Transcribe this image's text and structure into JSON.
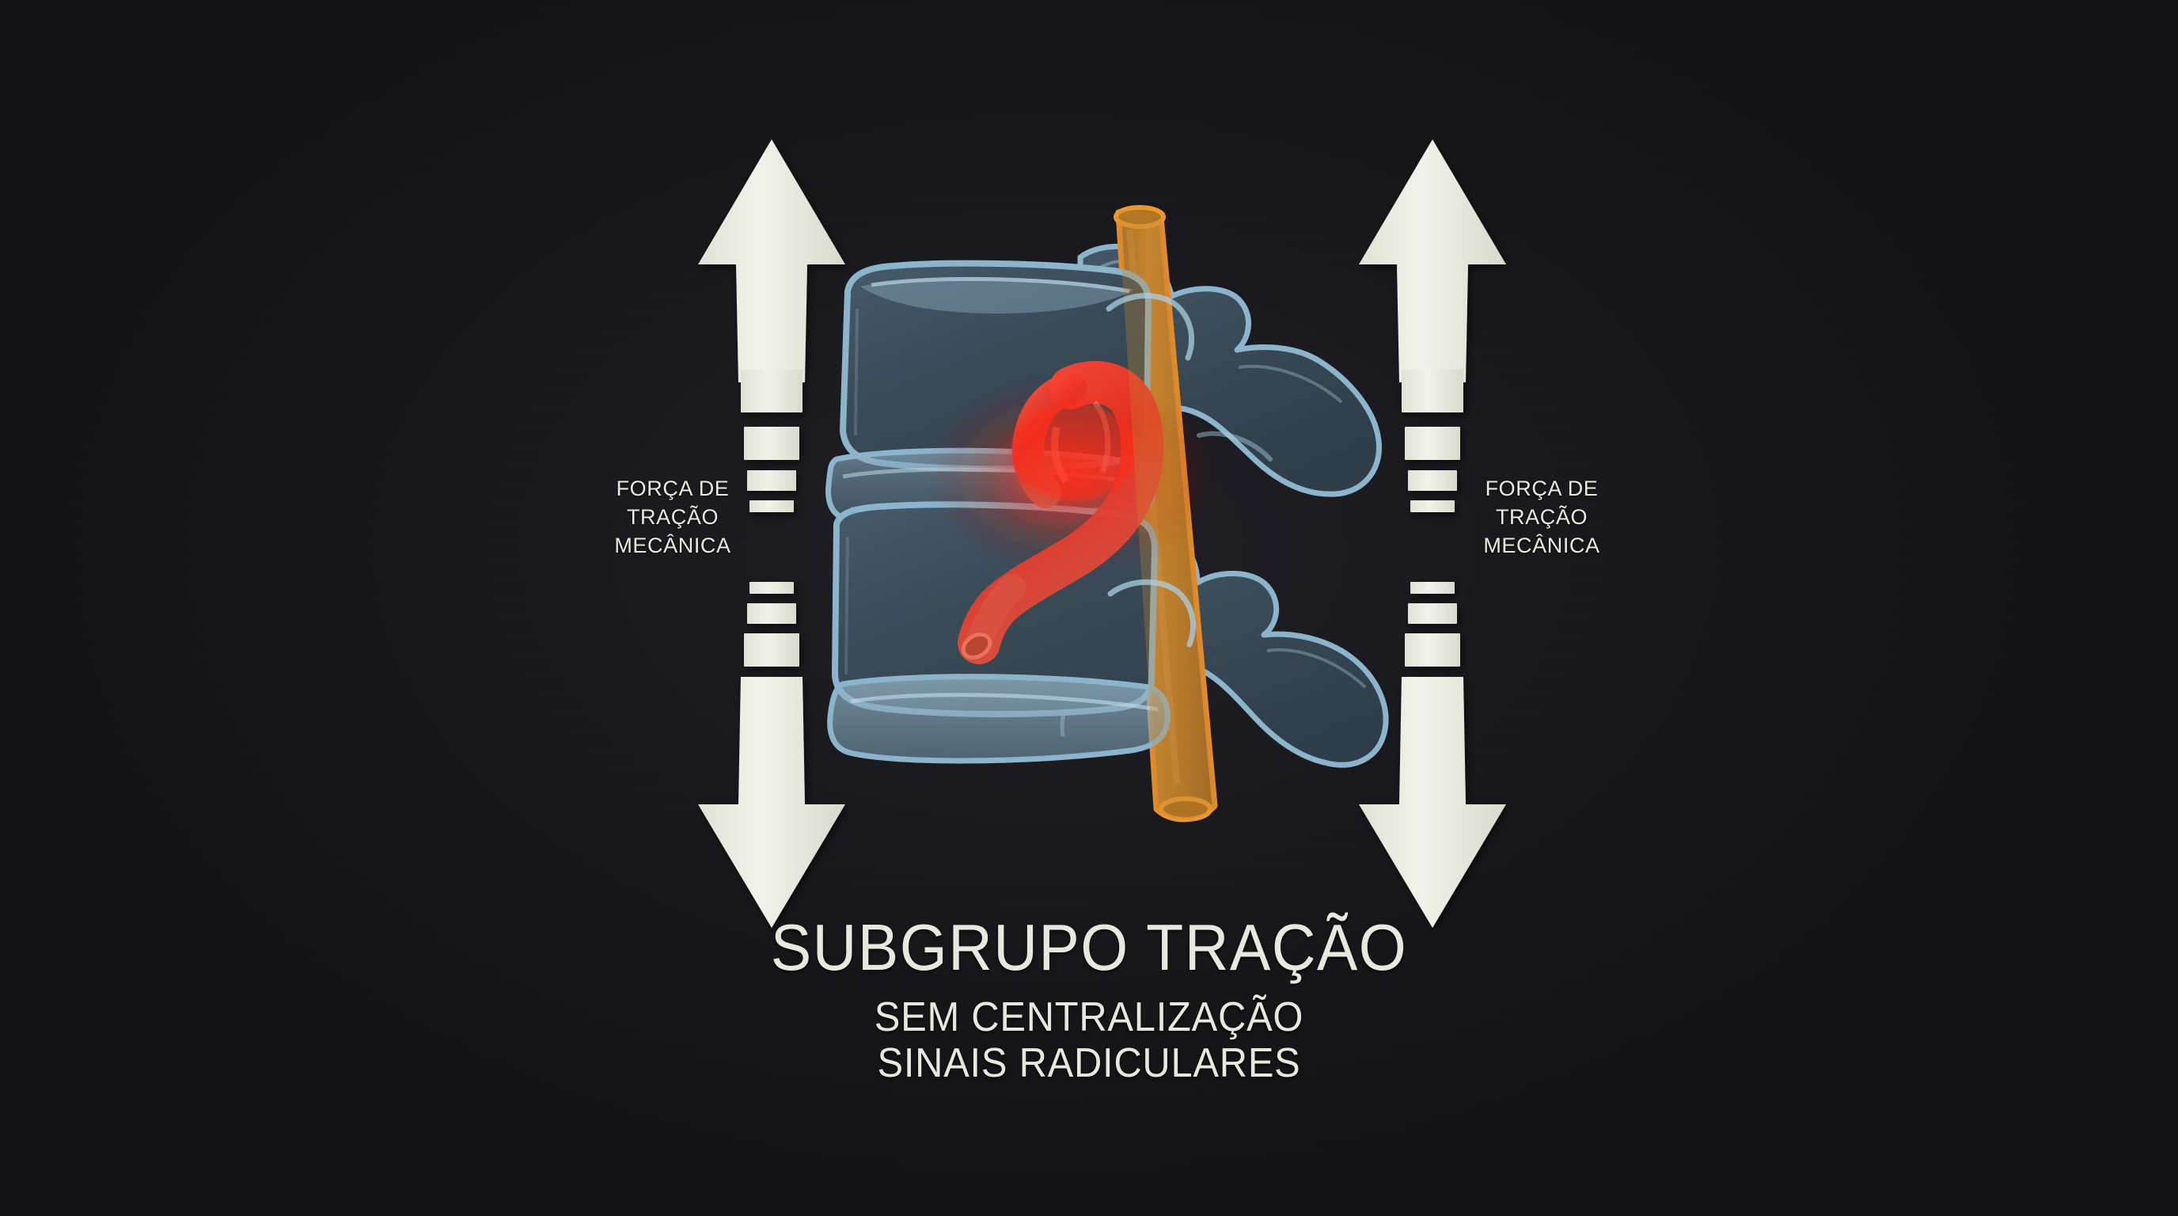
{
  "background": {
    "color": "#17171b",
    "accent_arrow": "#eceee3",
    "bone_fill": "#3c4d59",
    "bone_outline": "#8fb8cf",
    "cord_color": "#c8862f",
    "nerve_color": "#e8352a"
  },
  "labels": {
    "left": {
      "text": "FORÇA DE\nTRAÇÃO\nMECÂNICA"
    },
    "right": {
      "text": "FORÇA DE\nTRAÇÃO\nMECÂNICA"
    }
  },
  "caption": {
    "title": "SUBGRUPO TRAÇÃO",
    "subtitle_line1": "SEM CENTRALIZAÇÃO",
    "subtitle_line2": "SINAIS RADICULARES"
  },
  "arrows": {
    "left_up": {
      "name": "traction-force-up-left",
      "direction": "up"
    },
    "left_down": {
      "name": "traction-force-down-left",
      "direction": "down"
    },
    "right_up": {
      "name": "traction-force-up-right",
      "direction": "up"
    },
    "right_down": {
      "name": "traction-force-down-right",
      "direction": "down"
    }
  },
  "anatomy": {
    "upper_vertebra": "upper lumbar vertebral body",
    "lower_vertebra": "lower lumbar vertebral body",
    "disc": "intervertebral disc",
    "spinal_cord": "spinal cord (dural sac)",
    "nerve_root": "compressed / inflamed nerve root",
    "facet_joints": "facet joints and spinous processes"
  }
}
